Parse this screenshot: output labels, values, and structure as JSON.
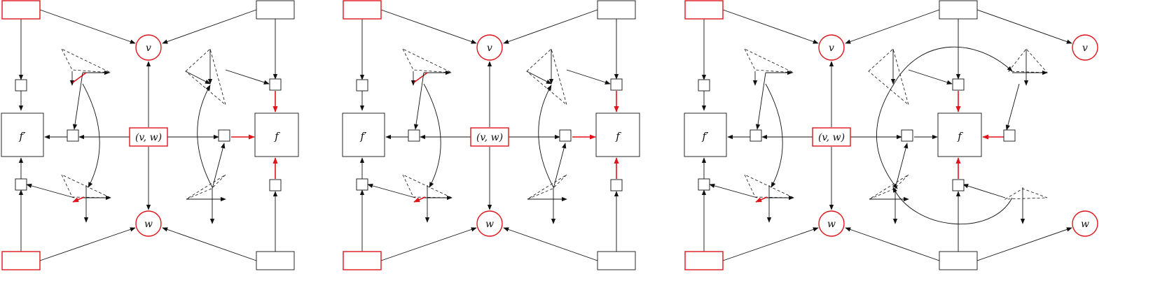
{
  "labels": {
    "v": "v",
    "w": "w",
    "edge": "(v, w)",
    "f": "f",
    "f_prime": "f′"
  },
  "colors": {
    "red": "#e0151b",
    "black": "#111111",
    "box_fill": "#ffffff"
  },
  "panels": [
    {
      "id": "panel-1"
    },
    {
      "id": "panel-2"
    },
    {
      "id": "panel-3"
    }
  ]
}
